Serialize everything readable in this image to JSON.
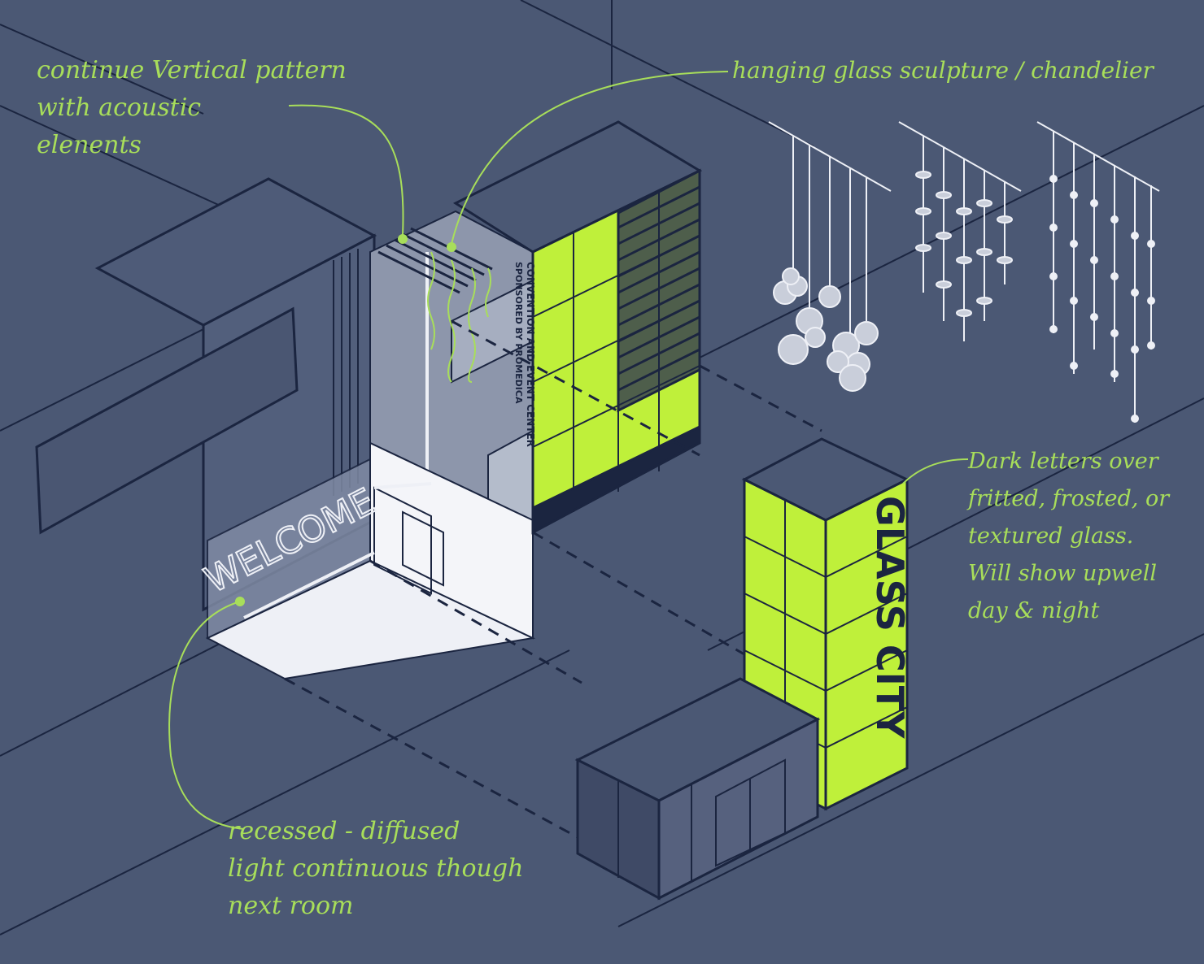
{
  "annotations": {
    "vertical_pattern": "continue Vertical pattern\nwith acoustic\nelenents",
    "chandelier": "hanging glass sculpture / chandelier",
    "dark_letters": "Dark letters over\nfritted, frosted, or\ntextured glass.\nWill show upwell\nday & night",
    "recessed_light": "recessed - diffused\nlight continuous though\nnext room"
  },
  "signage": {
    "welcome": "WELCOME",
    "glass_city": "GLASS CITY",
    "sponsor_line1": "CONVENTION AND EVENT CENTER",
    "sponsor_line2": "SPONSORED BY PROMEDICA"
  },
  "colors": {
    "background": "#4b5874",
    "outline": "#1b2540",
    "neon_green": "#a8de5a",
    "glass_green": "#bff03a",
    "lit_floor": "#eef0f6",
    "interior": "#8d96ab"
  },
  "icons": [
    "ceiling-chandelier-icon",
    "bubble-chandelier-icon",
    "disc-chandelier-icon",
    "dot-chandelier-icon"
  ]
}
